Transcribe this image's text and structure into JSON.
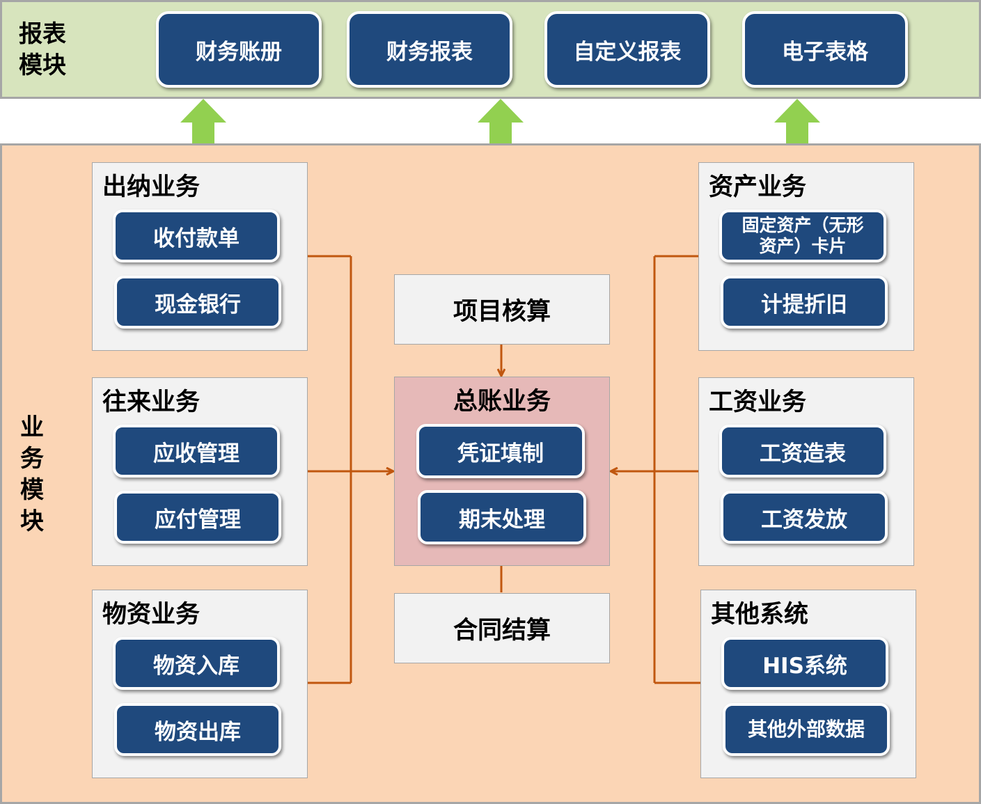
{
  "report_module": {
    "label_line1": "报表",
    "label_line2": "模块",
    "buttons": [
      "财务账册",
      "财务报表",
      "自定义报表",
      "电子表格"
    ]
  },
  "business_module": {
    "label_chars": [
      "业",
      "务",
      "模",
      "块"
    ]
  },
  "groups": {
    "cashier": {
      "title": "出纳业务",
      "items": [
        "收付款单",
        "现金银行"
      ]
    },
    "receivable_payable": {
      "title": "往来业务",
      "items": [
        "应收管理",
        "应付管理"
      ]
    },
    "materials": {
      "title": "物资业务",
      "items": [
        "物资入库",
        "物资出库"
      ]
    },
    "assets": {
      "title": "资产业务",
      "items": [
        "固定资产（无形资产）卡片",
        "计提折旧"
      ],
      "item0_line1": "固定资产（无形",
      "item0_line2": "资产）卡片"
    },
    "payroll": {
      "title": "工资业务",
      "items": [
        "工资造表",
        "工资发放"
      ]
    },
    "other_systems": {
      "title": "其他系统",
      "items": [
        "HIS系统",
        "其他外部数据"
      ]
    },
    "project_accounting": {
      "title": "项目核算"
    },
    "general_ledger": {
      "title": "总账业务",
      "items": [
        "凭证填制",
        "期末处理"
      ]
    },
    "contract_settlement": {
      "title": "合同结算"
    }
  },
  "colors": {
    "report_band": "#d7e4bd",
    "business_band": "#fbd5b5",
    "button": "#1f497d",
    "group_box": "#f2f2f2",
    "ledger_box": "#e6b9b8",
    "connector": "#c0570f",
    "up_arrow": "#92d050"
  }
}
